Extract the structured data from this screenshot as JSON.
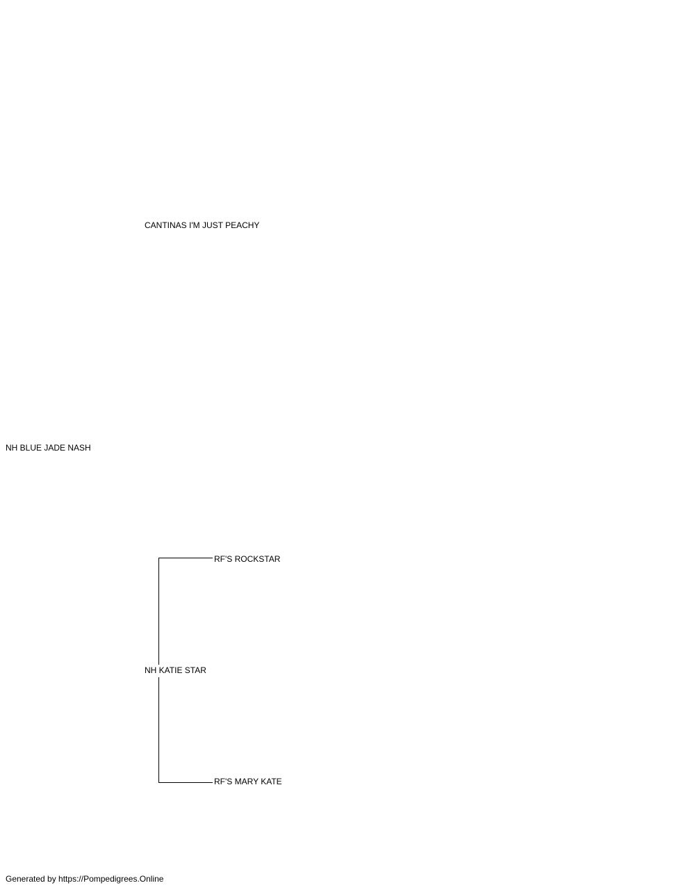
{
  "pedigree": {
    "subject": "NH BLUE JADE NASH",
    "sire": "CANTINAS I'M JUST PEACHY",
    "dam": "NH KATIE STAR",
    "dam_sire": "RF'S ROCKSTAR",
    "dam_dam": "RF'S MARY KATE"
  },
  "footer": {
    "text": "Generated by https://Pompedigrees.Online"
  }
}
